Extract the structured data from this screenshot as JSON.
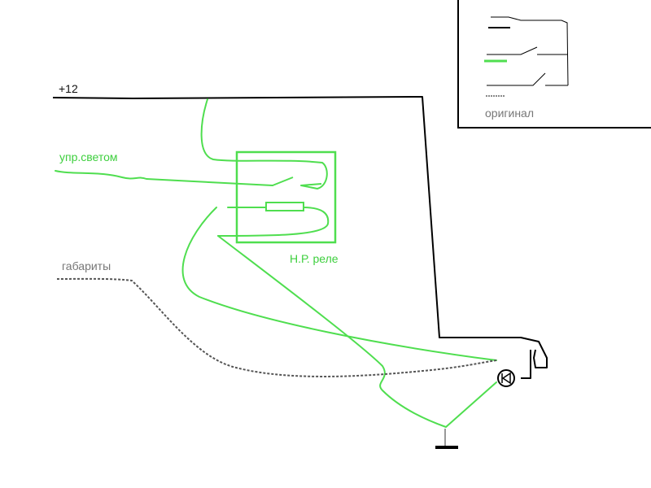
{
  "labels": {
    "plus12": "+12",
    "light_control": "упр.светом",
    "clearance_lights": "габариты",
    "relay": "Н.Р. реле",
    "original": "оригинал"
  },
  "colors": {
    "wire_black": "#000000",
    "wire_green": "#4fde4f",
    "wire_dashed": "#555555",
    "label_green": "#3ecf3e",
    "label_gray": "#777777",
    "label_black": "#111111",
    "ground_stem": "#999999"
  },
  "icons": {
    "relay": "relay-box-icon",
    "switch": "relay-switch-icon",
    "coil": "relay-coil-icon",
    "lamp": "diode-lamp-icon",
    "ground": "ground-icon"
  }
}
